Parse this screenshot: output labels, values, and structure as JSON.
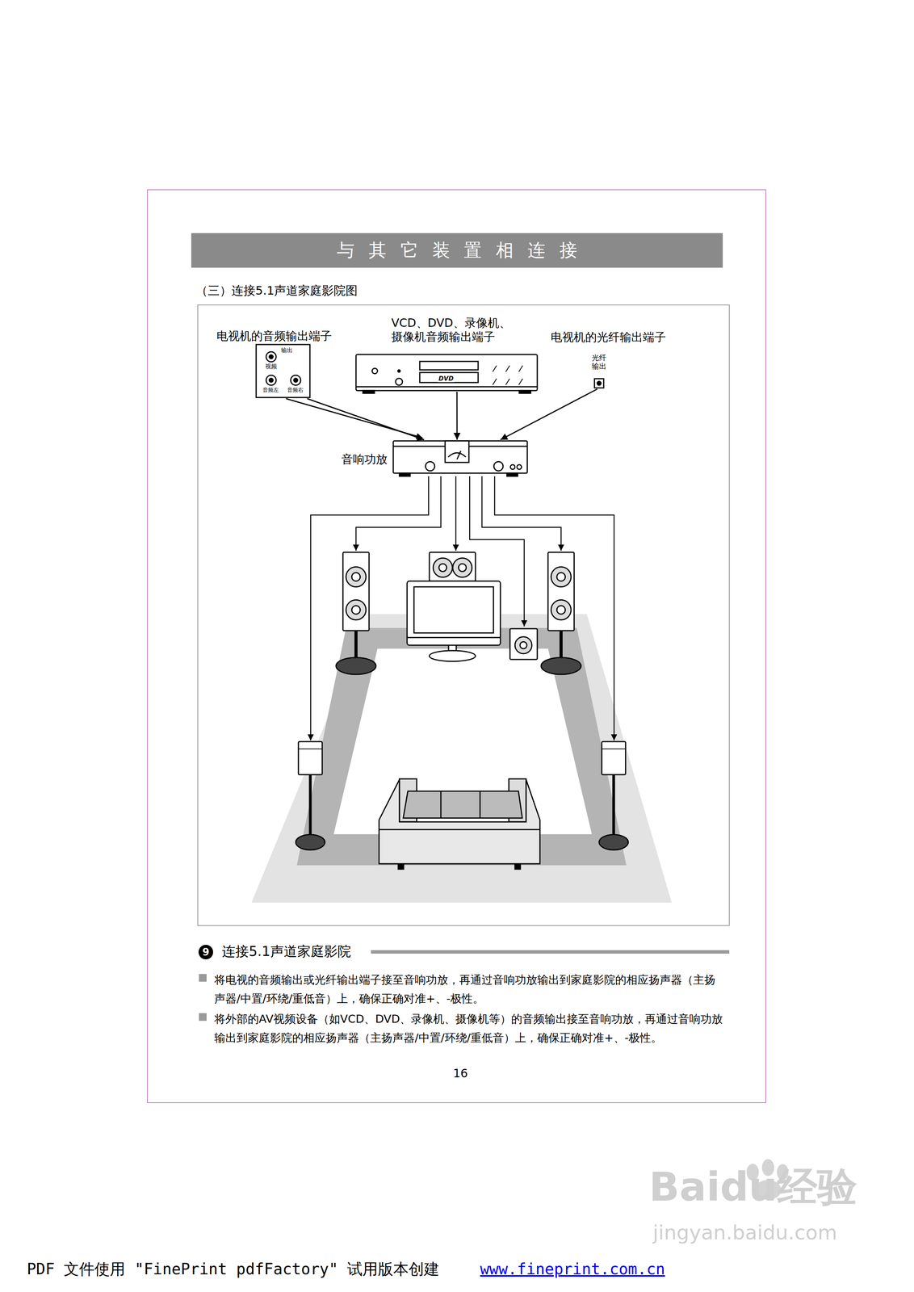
{
  "diagram": {
    "title": "与其它装置相连接",
    "nodes": [
      {
        "text": [
          "电视机的音频输出端子",
          "输出",
          "视频",
          "音频左",
          "音频右"
        ]
      },
      {
        "text": [
          "VCD、DVD、录像机、 摄像机音频输出端子",
          "DVD"
        ]
      },
      {
        "text": [
          "电视机的光纤输出端子",
          "光纤 输出"
        ]
      },
      {
        "text": [
          "音响功放"
        ]
      }
    ],
    "edges": [
      {
        "from": 0,
        "to": 3,
        "arrow": "to"
      },
      {
        "from": 1,
        "to": 3,
        "arrow": "to"
      },
      {
        "from": 2,
        "to": 3,
        "arrow": "to"
      }
    ],
    "labels": [
      "（三）连接5.1声道家庭影院图",
      "9",
      "连接5.1声道家庭影院",
      "将电视的音频输出或光纤输出端子接至音响功放，再通过音响功放输出到家庭影院的相应扬声器（主扬声器/中置/环绕/重低音）上，确保正确对准+、-极性。",
      "将外部的AV视频设备（如VCD、DVD、录像机、摄像机等）的音频输出接至音响功放，再通过音响功放输出到家庭影院的相应扬声器（主扬声器/中置/环绕/重低音）上，确保正确对准+、-极性。",
      "16",
      "PDF 文件使用 \"FinePrint pdfFactory\" 试用版本创建",
      "www.fineprint.com.cn",
      "Baidu经验",
      "jingyan.baidu.com"
    ]
  }
}
